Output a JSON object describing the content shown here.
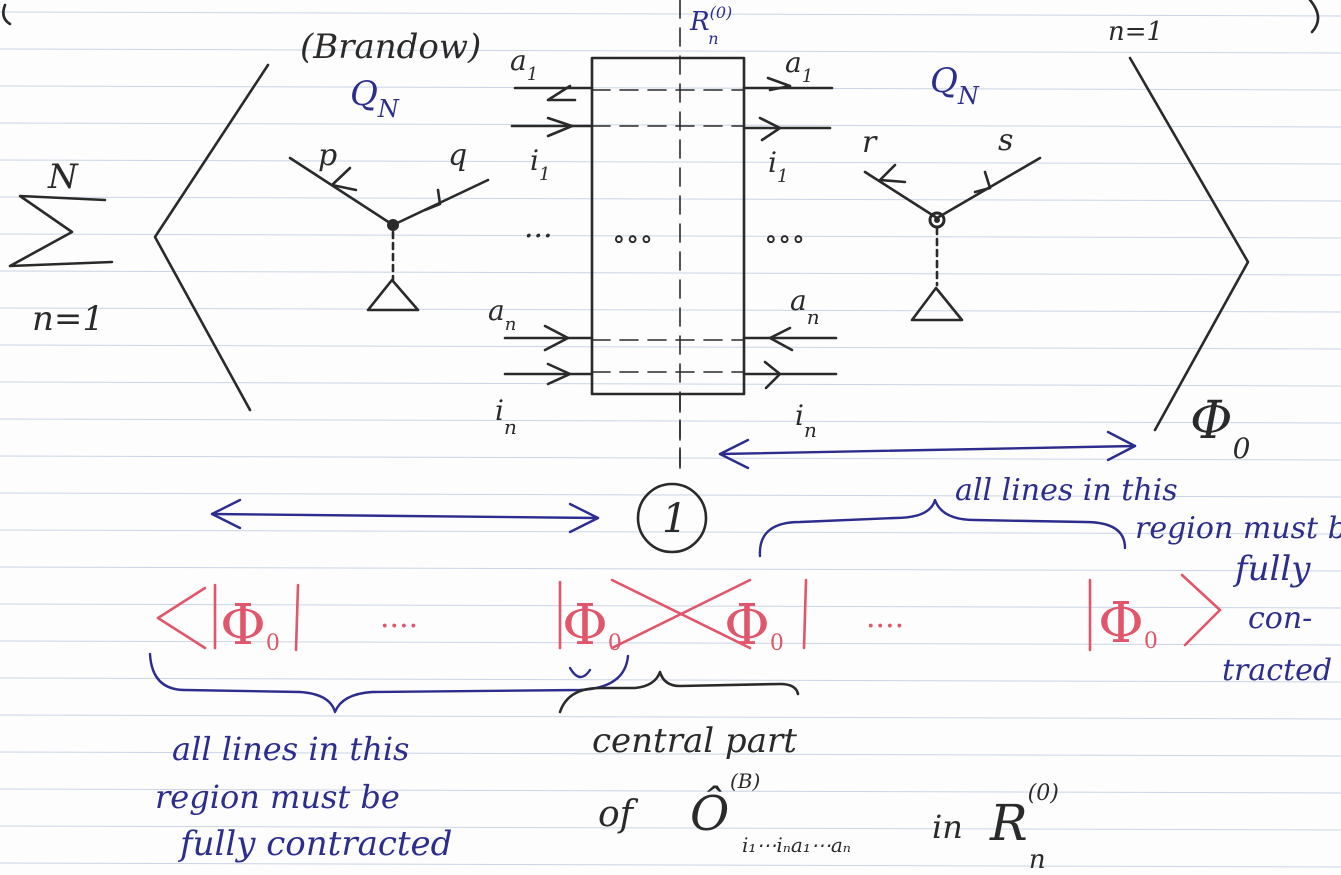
{
  "header": {
    "author_note": "(Brandow)",
    "replica_label": "R",
    "replica_sup": "(0)",
    "replica_sub": "n",
    "sum_upper_right": "n=1"
  },
  "sum": {
    "symbol": "Σ",
    "upper": "N",
    "lower": "n=1"
  },
  "left_vertex": {
    "label": "Q",
    "label_sub": "N",
    "leg1": "p",
    "leg2": "q"
  },
  "right_vertex": {
    "label": "Q",
    "label_sub": "N",
    "leg1": "r",
    "leg2": "s"
  },
  "box": {
    "top_in_left": "a",
    "top_in_left_sub": "1",
    "top_out_left": "i",
    "top_out_left_sub": "1",
    "top_in_right": "a",
    "top_in_right_sub": "1",
    "top_out_right": "i",
    "top_out_right_sub": "1",
    "bot_in_left": "a",
    "bot_in_left_sub": "n",
    "bot_out_left": "i",
    "bot_out_left_sub": "n",
    "bot_in_right": "a",
    "bot_in_right_sub": "n",
    "bot_out_right": "i",
    "bot_out_right_sub": "n",
    "dots_left": "···",
    "dots_mid": "∘∘∘",
    "dots_right": "∘∘∘"
  },
  "phi0": {
    "symbol": "Φ",
    "sub": "0"
  },
  "circle_label": "1",
  "chain": {
    "dots": "····",
    "phi": "Φ",
    "phi_sub": "0"
  },
  "annotations": {
    "right_region": [
      "all lines in this",
      "region must be",
      "fully",
      "con-",
      "tracted"
    ],
    "left_region": [
      "all lines in this",
      "region must be",
      "fully contracted"
    ],
    "center_line1": "central part",
    "center_of": "of",
    "center_O": "Ô",
    "center_sup": "(B)",
    "center_sub": "i₁⋯iₙa₁⋯aₙ",
    "center_in": "in",
    "center_R": "R",
    "center_R_sup": "(0)",
    "center_R_sub": "n"
  },
  "colors": {
    "black_ink": "#2a2a2a",
    "blue_ink": "#2c2d8c",
    "red_ink": "#e0566a",
    "rule_line": "#c9d4e6"
  }
}
